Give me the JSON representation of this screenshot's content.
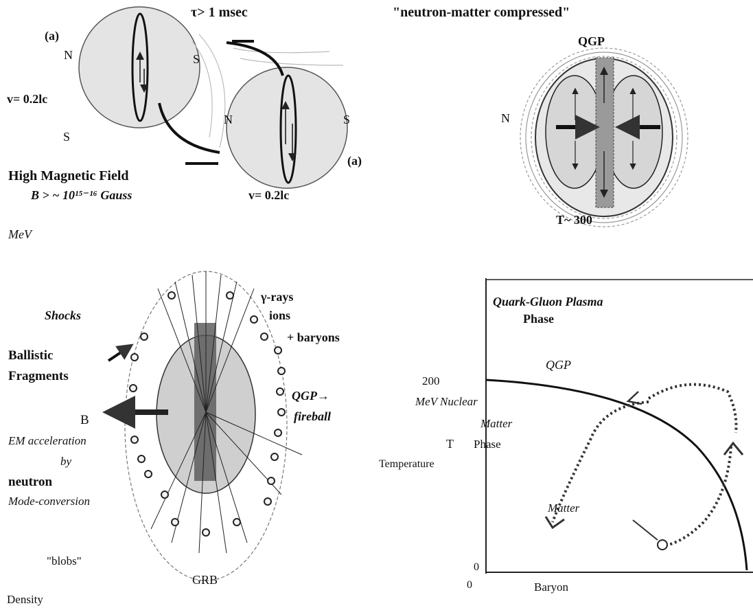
{
  "panel_a": {
    "time_label": "τ> 1 msec",
    "label_a_left": "(a)",
    "label_a_right": "(a)",
    "n_left": "N",
    "s_left_top": "S",
    "s_left_bottom": "S",
    "n_right": "N",
    "s_right": "S",
    "velocity_left": "v= 0.2lc",
    "velocity_right": "v= 0.2lc",
    "field_title": "High Magnetic Field",
    "field_value": "B > ~ 10¹⁵⁻¹⁶ Gauss",
    "mev": "MeV"
  },
  "panel_b": {
    "title": "\"neutron-matter compressed\"",
    "qgp": "QGP",
    "n": "N",
    "temp": "T~ 300"
  },
  "panel_c": {
    "shocks": "Shocks",
    "ballistic_1": "Ballistic",
    "ballistic_2": "Fragments",
    "gamma_1": "γ-rays",
    "gamma_2": "ions",
    "gamma_3": "+ baryons",
    "qgp_1": "QGP→",
    "qgp_2": "fireball",
    "b": "B",
    "em_1": "EM acceleration",
    "em_2": "by",
    "em_3": "neutron",
    "em_4": "Mode-conversion",
    "blobs": "\"blobs\"",
    "grb": "GRB",
    "density": "Density"
  },
  "panel_d": {
    "qgp_phase_1": "Quark-Gluon  Plasma",
    "qgp_phase_2": "Phase",
    "qgp_label": "QGP",
    "tick_200": "200",
    "mev_nuclear": "MeV  Nuclear",
    "matter_1": "Matter",
    "t_label": "T",
    "phase": "Phase",
    "temperature": "Temperature",
    "matter_2": "Matter",
    "tick_0_y": "0",
    "tick_0_x": "0",
    "baryon": "Baryon"
  }
}
